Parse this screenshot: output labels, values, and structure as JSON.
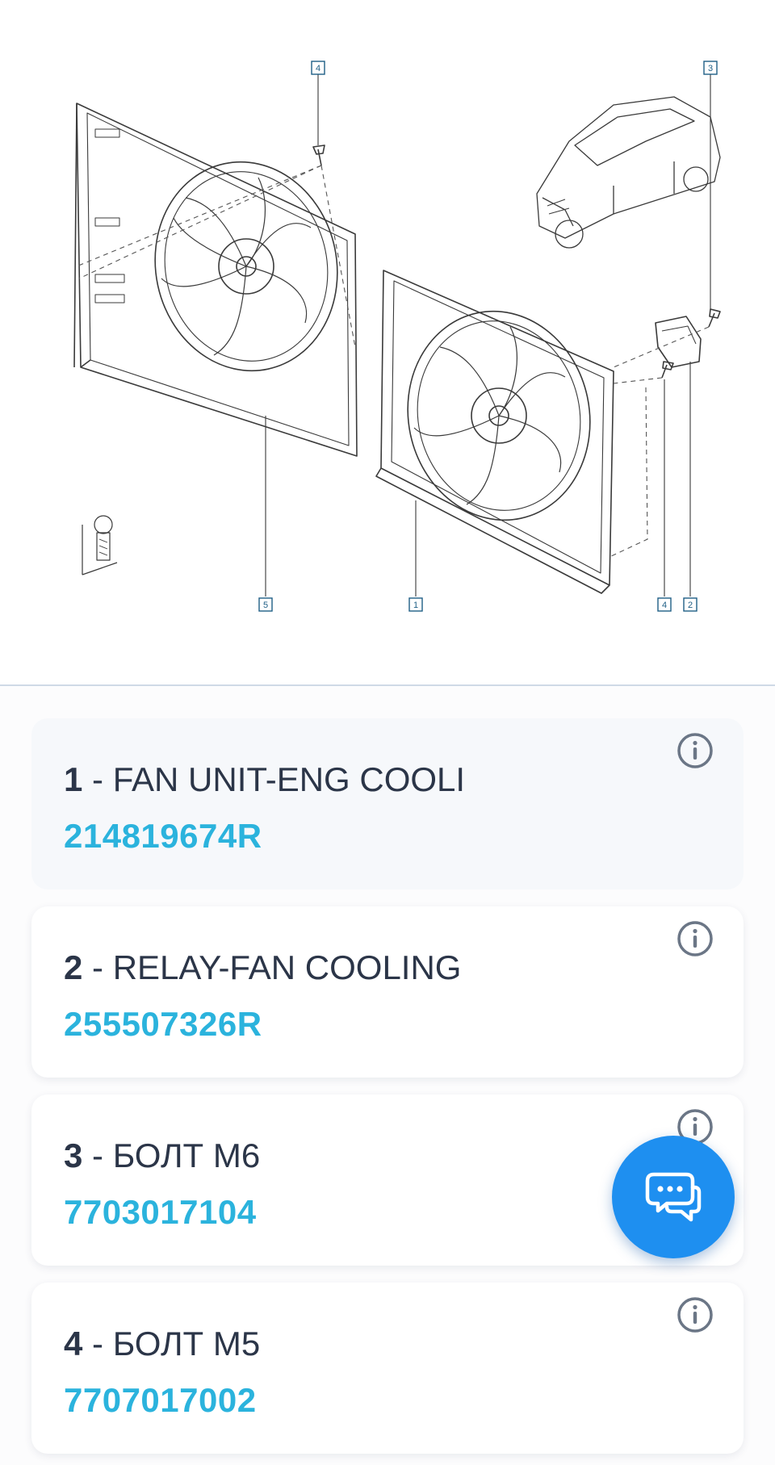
{
  "diagram": {
    "callouts": [
      "4",
      "3",
      "5",
      "1",
      "4",
      "2"
    ]
  },
  "parts": [
    {
      "num": "1",
      "separator": " - ",
      "name": "FAN UNIT-ENG COOLI",
      "code": "214819674R"
    },
    {
      "num": "2",
      "separator": " - ",
      "name": "RELAY-FAN COOLING",
      "code": "255507326R"
    },
    {
      "num": "3",
      "separator": " - ",
      "name": "БОЛТ М6",
      "code": "7703017104"
    },
    {
      "num": "4",
      "separator": " - ",
      "name": "БОЛТ М5",
      "code": "7707017002"
    }
  ],
  "icons": {
    "info": "info-icon",
    "chat": "chat-bubbles-icon"
  },
  "colors": {
    "part_code": "#2bb3dd",
    "title_text": "#2b3548",
    "fab": "#1e8ff0",
    "active_card": "#f6f8fb",
    "divider": "#cfd9e6"
  }
}
